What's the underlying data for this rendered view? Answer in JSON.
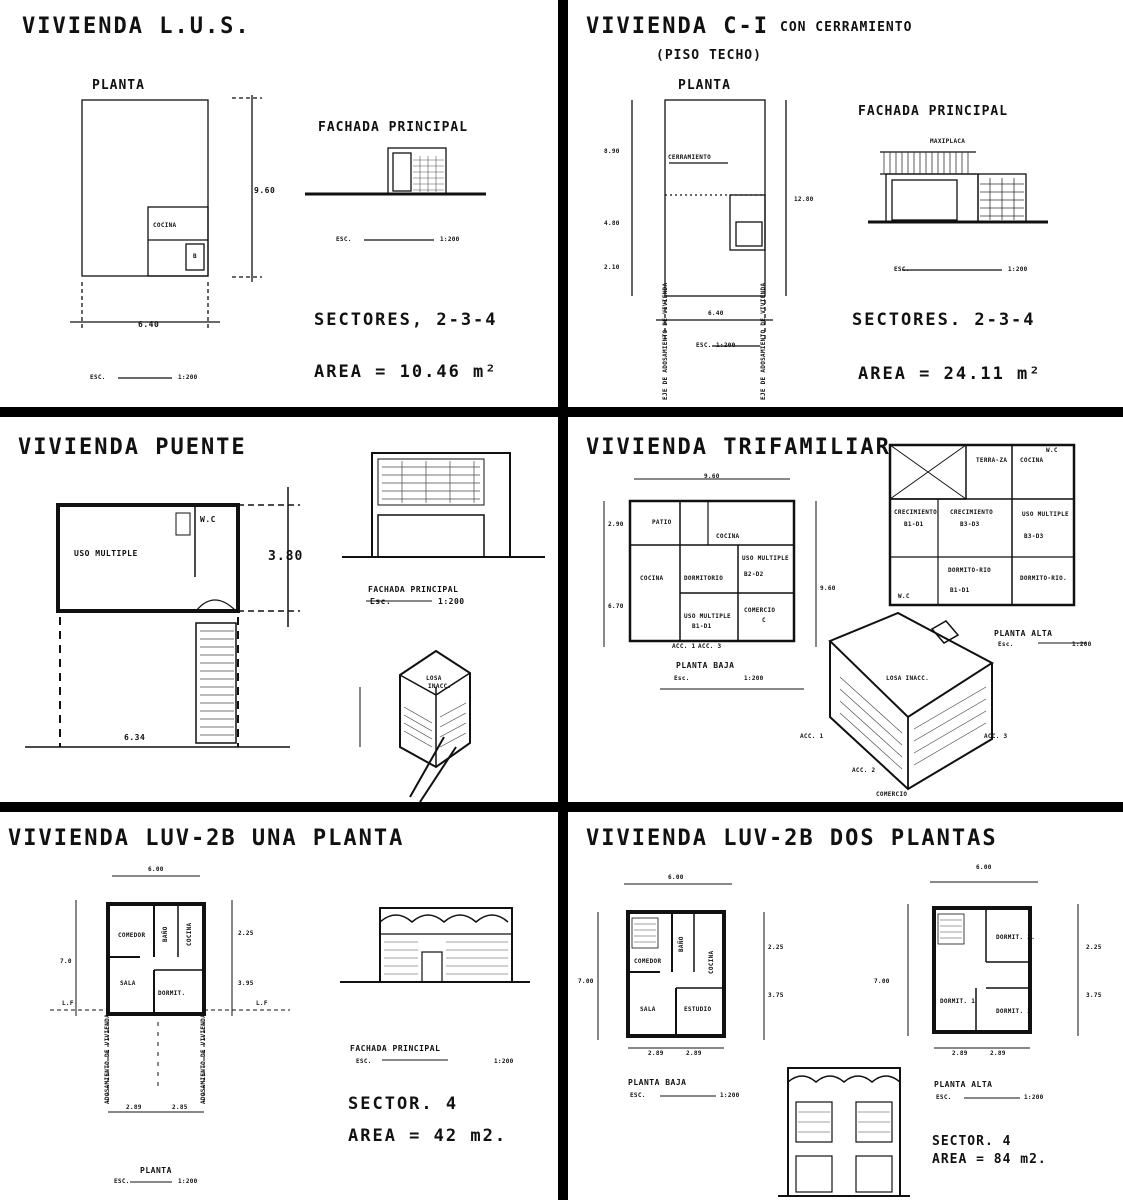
{
  "panel1": {
    "title": "VIVIENDA L.U.S.",
    "plan_label": "PLANTA",
    "facade_label": "FACHADA PRINCIPAL",
    "kitchen": "COCINA",
    "bath": "B",
    "dim_depth": "9.60",
    "dim_width": "6.40",
    "scale_label": "ESC.",
    "scale_value": "1:200",
    "sectors": "SECTORES, 2-3-4",
    "area": "AREA =  10.46 m²"
  },
  "panel2": {
    "title": "VIVIENDA  C-I",
    "title_suffix": "CON CERRAMIENTO",
    "subtitle": "(PISO TECHO)",
    "plan_label": "PLANTA",
    "facade_label": "FACHADA PRINCIPAL",
    "roof_label": "MAXIPLACA",
    "enclosure": "CERRAMIENTO",
    "dim_a": "8.90",
    "dim_b": "4.80",
    "dim_c": "2.10",
    "dim_total": "12.80",
    "dim_width": "6.40",
    "axis_left": "EJE DE ADOSAMIENTO DE VIVIENDA",
    "axis_right": "EJE DE ADOSAMIENTO DE VIVIENDA",
    "scale_label": "ESC.",
    "scale_value": "1:200",
    "sectors": "SECTORES. 2-3-4",
    "area": "AREA =   24.11 m²"
  },
  "panel3": {
    "title": "VIVIENDA PUENTE",
    "multi_use": "USO MULTIPLE",
    "wc": "W.C",
    "dim_depth": "3.80",
    "dim_width": "6.34",
    "facade_label": "FACHADA PRINCIPAL",
    "scale_label": "Esc.",
    "scale_value": "1:200",
    "slab": "LOSA",
    "slab2": "INACC."
  },
  "panel4": {
    "title": "VIVIENDA TRIFAMILIAR",
    "dim_width": "9.60",
    "dim_a": "2.90",
    "dim_b": "6.70",
    "dim_total": "9.60",
    "patio": "PATIO",
    "cocina": "COCINA",
    "cocina2": "COCINA",
    "dormitorio": "DORMITORIO",
    "uso_multiple": "USO MULTIPLE",
    "b2d2": "B2-D2",
    "uso_multiple2": "USO MULTIPLE",
    "b1d1": "B1-D1",
    "comercio": "COMERCIO",
    "c": "C",
    "acc1": "ACC. 1",
    "acc3": "ACC. 3",
    "ground_label": "PLANTA BAJA",
    "terraza": "TERRA-ZA",
    "cocina3": "COCINA",
    "wc": "W.C",
    "crec1": "CRECIMIENTO",
    "crec2": "CRECIMIENTO",
    "b1d1b": "B1-D1",
    "b3d3": "B3-D3",
    "uso3": "USO MULTIPLE",
    "b3d3b": "B3-D3",
    "dormit": "DORMITO-RIO",
    "b1d1c": "B1-D1",
    "dormit2": "DORMITO-RIO.",
    "wc2": "W.C",
    "upper_label": "PLANTA ALTA",
    "scale_label": "Esc.",
    "scale_value": "1:200",
    "slab": "LOSA INACC.",
    "acc_a": "ACC. 1",
    "acc_b": "ACC. 2",
    "acc_c": "ACC. 3",
    "comercio2": "COMERCIO"
  },
  "panel5": {
    "title": "VIVIENDA LUV-2B UNA PLANTA",
    "dim_width": "6.00",
    "dim_depth": "7.0",
    "dim_a": "2.25",
    "dim_b": "3.95",
    "comedor": "COMEDOR",
    "bano": "BAÑO",
    "cocina": "COCINA",
    "sala": "SALA",
    "dormit": "DORMIT.",
    "lf_left": "L.F",
    "lf_right": "L.F",
    "axis_left": "ADOSAMIENTO DE VIVIENDA",
    "axis_right": "ADOSAMIENTO DE VIVIENDA",
    "dim_c": "2.89",
    "dim_d": "2.85",
    "plan_label": "PLANTA",
    "scale_label": "ESC.",
    "scale_value": "1:200",
    "facade_label": "FACHADA    PRINCIPAL",
    "scale_label2": "ESC.",
    "scale_value2": "1:200",
    "sector": "SECTOR. 4",
    "area": "AREA = 42 m2."
  },
  "panel6": {
    "title": "VIVIENDA LUV-2B DOS PLANTAS",
    "dim_width": "6.00",
    "dim_width2": "6.00",
    "dim_depth": "7.00",
    "dim_depth2": "7.00",
    "dim_a": "2.25",
    "dim_b": "3.75",
    "dim_a2": "2.25",
    "dim_b2": "3.75",
    "comedor": "COMEDOR",
    "bano": "BAÑO",
    "cocina": "COCINA",
    "sala": "SALA",
    "estudio": "ESTUDIO",
    "dormit3": "DORMIT. 3.",
    "dormit1": "DORMIT. 1",
    "dormit2": "DORMIT. 2",
    "dim_c": "2.89",
    "dim_d": "2.89",
    "dim_c2": "2.89",
    "dim_d2": "2.89",
    "ground_label": "PLANTA  BAJA",
    "upper_label": "PLANTA  ALTA",
    "scale_label": "ESC.",
    "scale_value": "1:200",
    "scale_label2": "ESC.",
    "scale_value2": "1:200",
    "sector": "SECTOR. 4",
    "area": "AREA = 84 m2."
  }
}
